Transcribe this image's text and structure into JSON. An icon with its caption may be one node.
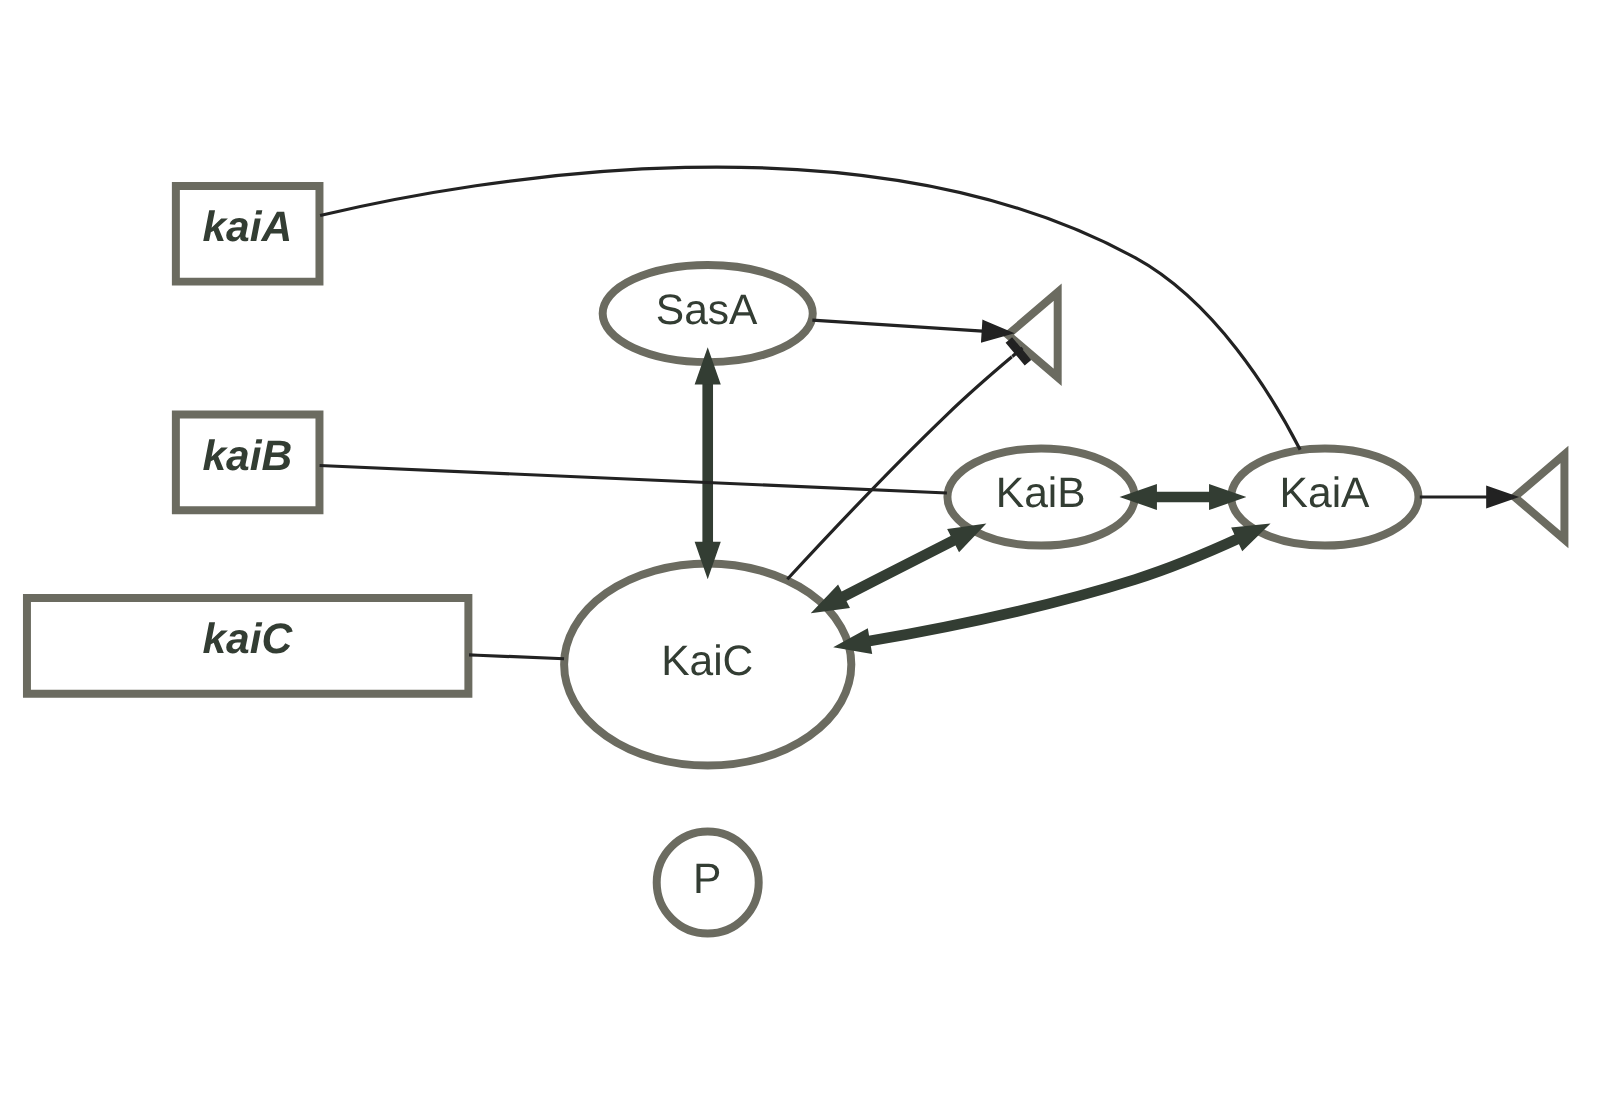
{
  "diagram": {
    "nodes": [
      {
        "text": [
          "SasA"
        ]
      },
      {
        "text": [
          "KaiC"
        ]
      },
      {
        "text": [
          "P"
        ]
      },
      {
        "text": [
          "KaiA"
        ]
      },
      {
        "text": [
          "KaiB"
        ]
      },
      {
        "text": [],
        "shape": "triangle"
      },
      {
        "text": [
          "kaiA"
        ]
      },
      {
        "text": [],
        "shape": "triangle"
      },
      {
        "text": [
          "kaiB"
        ]
      },
      {
        "text": [
          "kaiC"
        ]
      }
    ],
    "edges": [
      {
        "from": 0,
        "to": 1,
        "arrow": "both",
        "style": "thick"
      },
      {
        "from": 1,
        "to": 3,
        "arrow": "both",
        "style": "thick"
      },
      {
        "from": 1,
        "to": 4,
        "arrow": "both",
        "style": "thick"
      },
      {
        "from": 4,
        "to": 3,
        "arrow": "both",
        "style": "thick"
      },
      {
        "from": 0,
        "to": 7,
        "arrow": "to"
      },
      {
        "from": 1,
        "to": 7,
        "arrow": "other"
      },
      {
        "from": 3,
        "to": 5,
        "arrow": "to"
      },
      {
        "from": 6,
        "to": 3,
        "arrow": "none"
      },
      {
        "from": 8,
        "to": 4,
        "arrow": "none"
      },
      {
        "from": 9,
        "to": 1,
        "arrow": "none"
      }
    ]
  }
}
